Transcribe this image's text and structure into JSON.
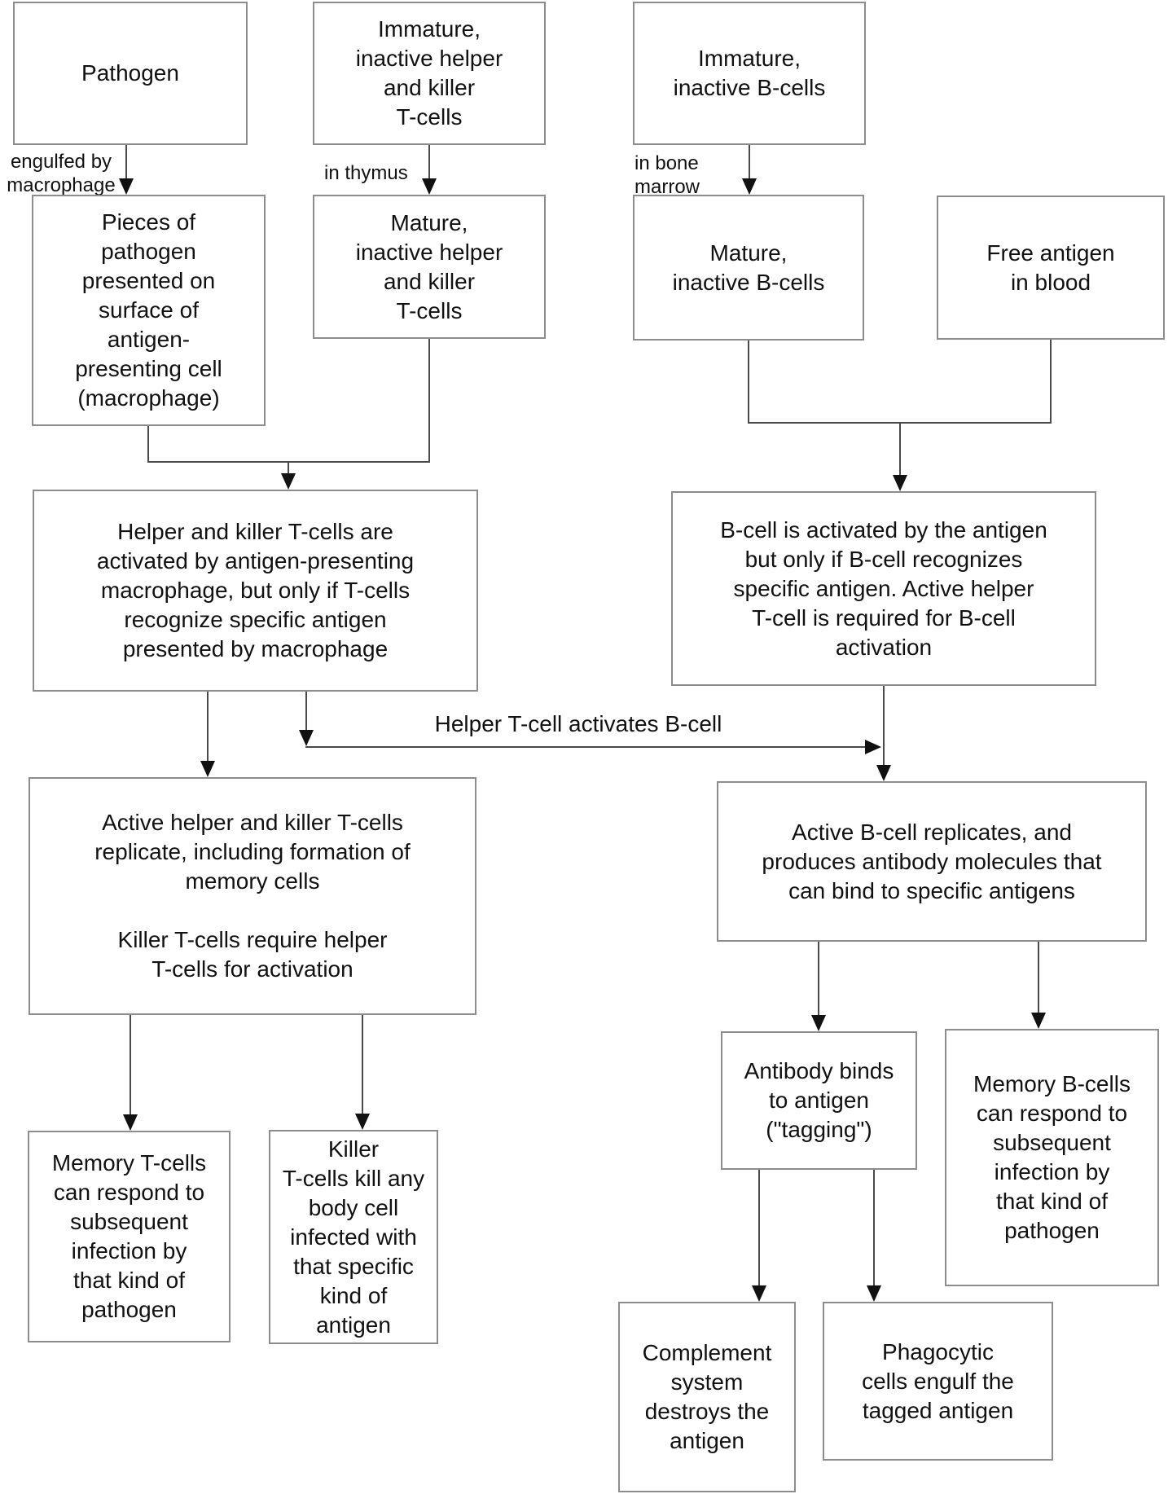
{
  "colors": {
    "background": "#ffffff",
    "box_border": "#8d8d8d",
    "line": "#4a4a4a",
    "arrow": "#111111",
    "text": "#111111"
  },
  "boxes": {
    "pathogen": "Pathogen",
    "immature_t": "Immature,\ninactive helper\nand killer\nT-cells",
    "immature_b": "Immature,\ninactive B-cells",
    "pieces": "Pieces of\npathogen\npresented on\nsurface of\nantigen-\npresenting cell\n(macrophage)",
    "mature_t": "Mature,\ninactive helper\nand killer\nT-cells",
    "mature_b": "Mature,\ninactive B-cells",
    "free_antigen": "Free antigen\nin blood",
    "helper_activated": "Helper and killer T-cells are\nactivated by antigen-presenting\nmacrophage, but only if T-cells\nrecognize specific antigen\npresented by macrophage",
    "bcell_activated": "B-cell is activated by the antigen\nbut only if B-cell recognizes\nspecific antigen. Active helper\nT-cell is required for B-cell\nactivation",
    "active_helper": "Active helper and killer T-cells\nreplicate, including formation of\nmemory cells\n\nKiller T-cells require helper\nT-cells for activation",
    "active_bcell": "Active B-cell replicates, and\nproduces antibody molecules that\ncan bind to specific antigens",
    "memory_t": "Memory T-cells\ncan respond to\nsubsequent\ninfection by\nthat kind of\npathogen",
    "killer_t": "Killer\nT-cells kill any\nbody cell\ninfected with\nthat specific\nkind of\nantigen",
    "antibody": "Antibody binds\nto antigen\n(\"tagging\")",
    "memory_b": "Memory B-cells\ncan respond to\nsubsequent\ninfection by\nthat kind of\npathogen",
    "complement": "Complement\nsystem\ndestroys the\nantigen",
    "phagocytic": "Phagocytic\ncells engulf the\ntagged antigen"
  },
  "edge_labels": {
    "engulfed": "engulfed by\nmacrophage",
    "thymus": "in thymus",
    "bone_marrow": "in bone\nmarrow",
    "helper_activates": "Helper T-cell activates B-cell"
  }
}
